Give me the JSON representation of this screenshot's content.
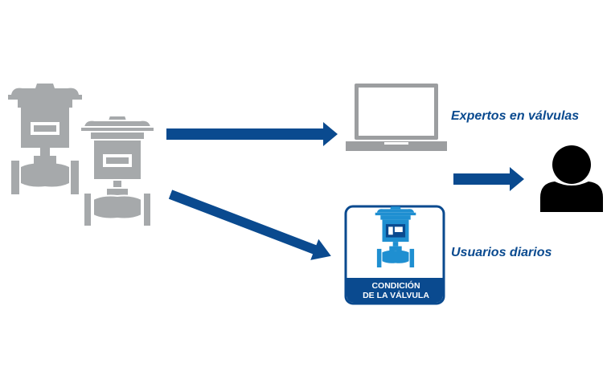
{
  "colors": {
    "accent": "#0a4a8f",
    "valve_gray": "#a6a9ab",
    "laptop_gray": "#9c9ea0",
    "app_blue": "#1f8fd1",
    "app_header": "#0a4a8f",
    "user": "#000000"
  },
  "icons": [
    "control-valve-icon",
    "laptop-icon",
    "valve-condition-app-icon",
    "user-icon",
    "arrow-icon"
  ],
  "labels": {
    "experts": "Expertos en válvulas",
    "daily_users": "Usuarios diarios"
  },
  "app_tile": {
    "caption_line1": "CONDICIÓN",
    "caption_line2": "DE LA VÁLVULA"
  }
}
